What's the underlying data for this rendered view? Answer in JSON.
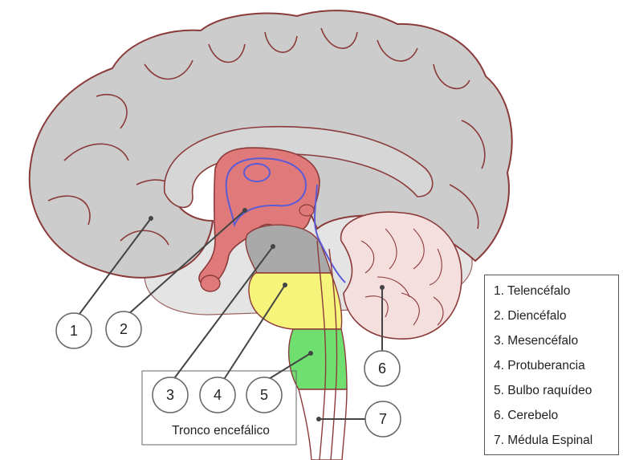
{
  "legend": {
    "items": [
      "1. Telencéfalo",
      "2. Diencéfalo",
      "3. Mesencéfalo",
      "4. Protuberancia",
      "5. Bulbo raquídeo",
      "6. Cerebelo",
      "7. Médula Espinal"
    ]
  },
  "markers": [
    "1",
    "2",
    "3",
    "4",
    "5",
    "6",
    "7"
  ],
  "group_label": "Tronco encefálico",
  "colors": {
    "telencephalon": "#cccccc",
    "outline": "#8b3a3a",
    "diencephalon": "#e07a7a",
    "mesencephalon": "#a9a9a9",
    "pons": "#f6f47a",
    "medulla": "#6fe06f",
    "cerebellum": "#f5dede",
    "pathway": "#5b5bd6"
  }
}
